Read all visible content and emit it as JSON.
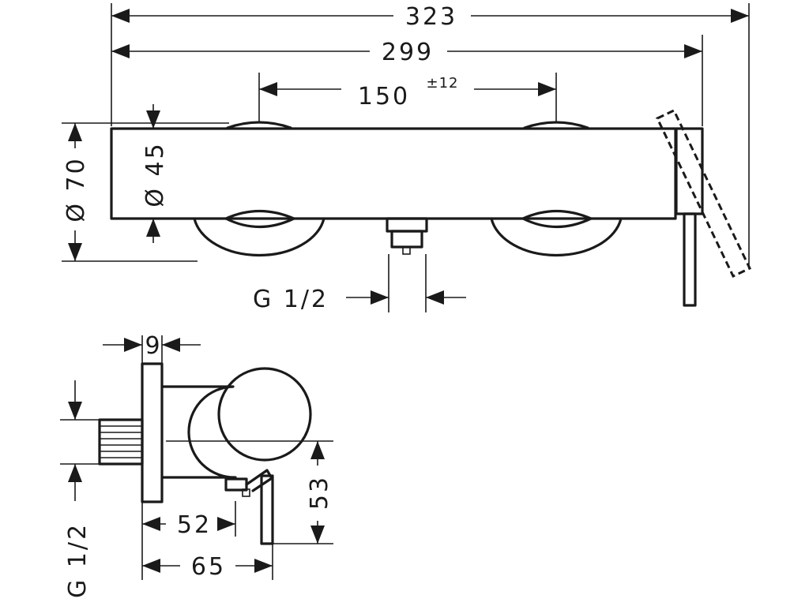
{
  "dimensions": {
    "overall_width": "323",
    "body_width": "299",
    "center_distance": "150",
    "center_tolerance": "±12",
    "cover_diameter": "Ø 70",
    "body_diameter": "Ø 45",
    "outlet_thread": "G 1/2",
    "plate_thickness": "9",
    "inlet_thread": "G 1/2",
    "outlet_depth": "52",
    "lever_depth": "65",
    "lever_height": "53"
  },
  "colors": {
    "ink": "#1a1a1a",
    "background": "#ffffff"
  }
}
